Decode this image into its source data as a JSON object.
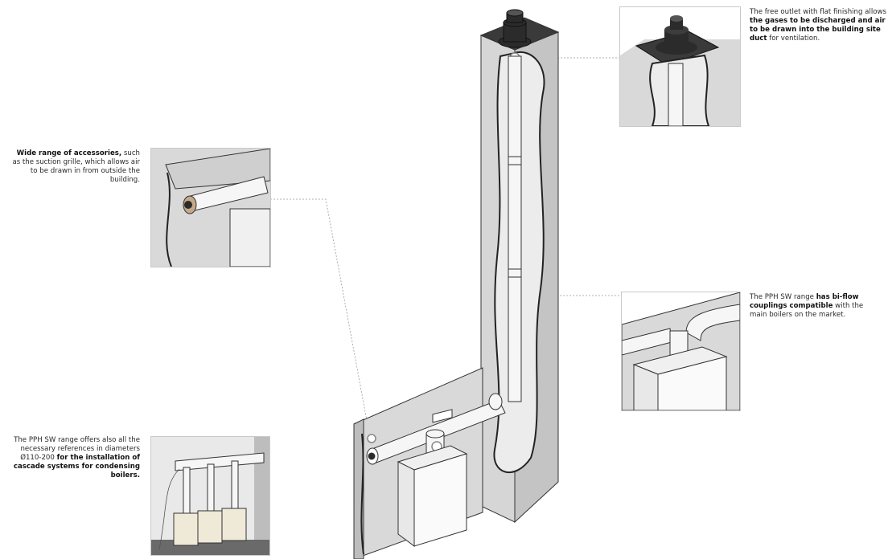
{
  "captions": {
    "outlet": {
      "t1": "The free outlet with flat finishing allows ",
      "b1": "the gases to be discharged and air to be drawn into the building site duct",
      "t2": " for ventilation."
    },
    "accessories": {
      "b1": "Wide range of accessories,",
      "t1": " such as the suction grille, which allows air to be drawn in from outside the building."
    },
    "biflow": {
      "t1": "The PPH SW range ",
      "b1": "has bi-flow couplings compatible",
      "t2": " with the main boilers on the market."
    },
    "cascade": {
      "t1": "The PPH SW range offers also all the necessary references in diameters Ø110-200 ",
      "b1": "for the installation of cascade systems for condensing boilers."
    }
  },
  "colors": {
    "wall": "#d9d9d9",
    "wall_dark": "#bdbdbd",
    "duct_void": "#ececec",
    "pipe": "#f6f6f6",
    "outline": "#333333",
    "leader": "#9a9a9a",
    "terminal": "#2b2b2b"
  }
}
